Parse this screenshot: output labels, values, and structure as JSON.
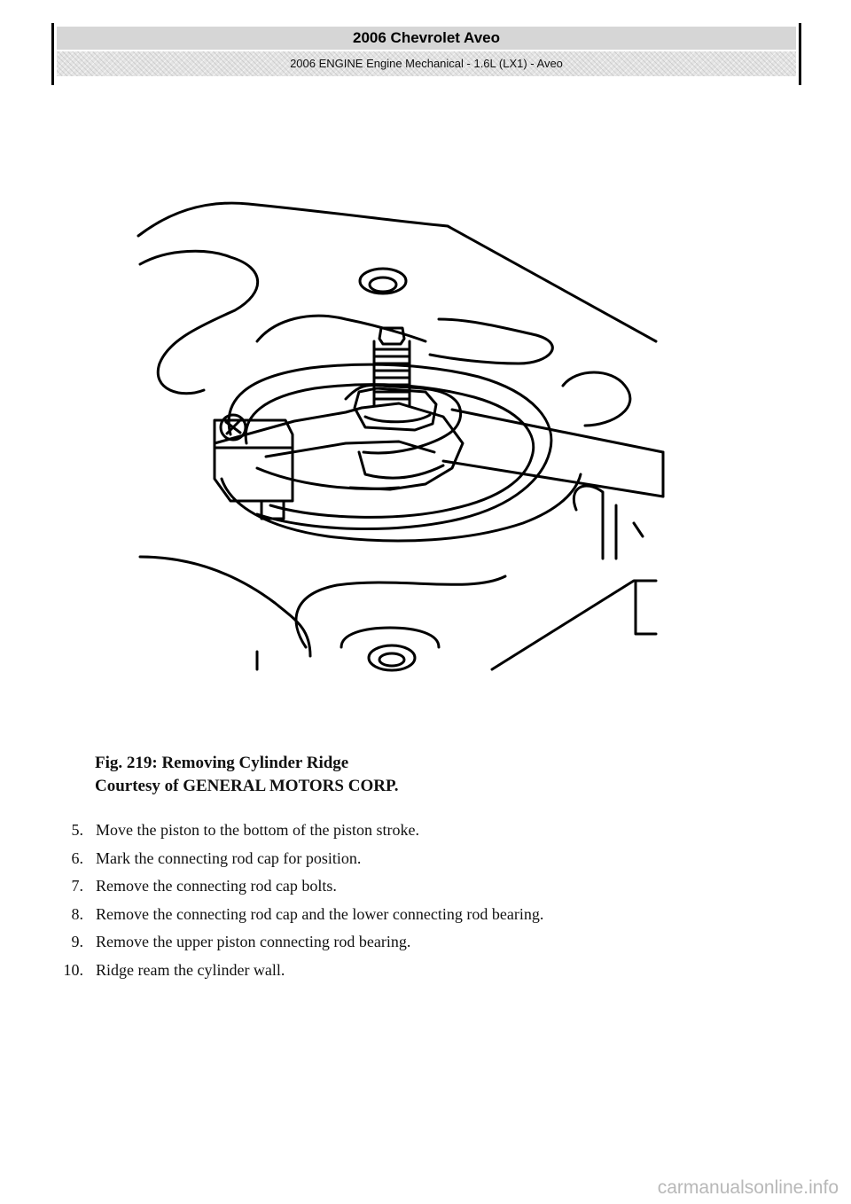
{
  "header": {
    "title": "2006 Chevrolet Aveo",
    "subtitle": "2006 ENGINE Engine Mechanical - 1.6L (LX1) - Aveo"
  },
  "figure": {
    "caption_title": "Fig. 219: Removing Cylinder Ridge",
    "caption_credit": "Courtesy of GENERAL MOTORS CORP."
  },
  "steps": [
    {
      "number": "5.",
      "text": "Move the piston to the bottom of the piston stroke."
    },
    {
      "number": "6.",
      "text": "Mark the connecting rod cap for position."
    },
    {
      "number": "7.",
      "text": "Remove the connecting rod cap bolts."
    },
    {
      "number": "8.",
      "text": "Remove the connecting rod cap and the lower connecting rod bearing."
    },
    {
      "number": "9.",
      "text": "Remove the upper piston connecting rod bearing."
    },
    {
      "number": "10.",
      "text": "Ridge ream the cylinder wall."
    }
  ],
  "watermark": "carmanualsonline.info"
}
